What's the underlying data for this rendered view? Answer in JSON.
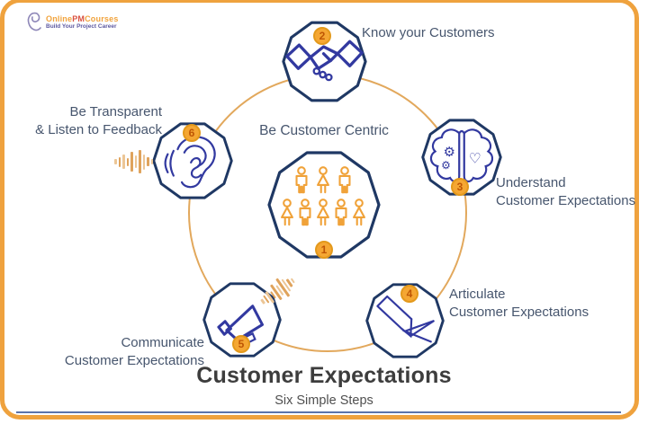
{
  "brand": {
    "online": "Online",
    "pm": "PM",
    "courses": "Courses",
    "tagline": "Build Your Project Career"
  },
  "title": {
    "main": "Customer Expectations",
    "subtitle": "Six Simple Steps"
  },
  "center": {
    "number": "1",
    "label": "Be Customer Centric"
  },
  "steps": [
    {
      "number": "2",
      "label": "Know your Customers",
      "icon": "handshake-icon"
    },
    {
      "number": "3",
      "label": "Understand\nCustomer Expectations",
      "icon": "brain-icon"
    },
    {
      "number": "4",
      "label": "Articulate\nCustomer Expectations",
      "icon": "writing-icon"
    },
    {
      "number": "5",
      "label": "Communicate\nCustomer Expectations",
      "icon": "megaphone-icon"
    },
    {
      "number": "6",
      "label": "Be Transparent\n& Listen to Feedback",
      "icon": "ear-icon"
    }
  ],
  "icons": {
    "gear_glyph": "⚙",
    "heart_glyph": "♡"
  },
  "colors": {
    "frame_orange": "#EFA23E",
    "orbit_orange": "#E2A85C",
    "decagon_navy": "#1F3864",
    "icon_indigo": "#3239A0",
    "people_orange": "#F0A239",
    "badge_fill": "#F5A733",
    "badge_number": "#BE5504",
    "label_text": "#47566E",
    "title_text": "#3D3D3D",
    "bottom_rule_blue": "#3D5C9E"
  }
}
